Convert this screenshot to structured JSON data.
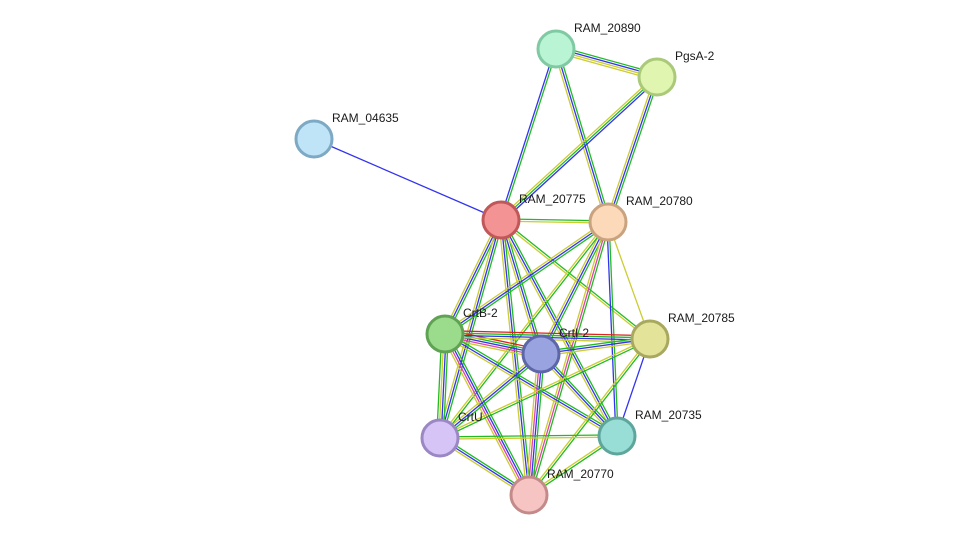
{
  "network": {
    "nodes": [
      {
        "id": "RAM_20890",
        "label": "RAM_20890",
        "fill": "#b9f5d4",
        "stroke": "#7fc9a3",
        "interactable": true
      },
      {
        "id": "PgsA-2",
        "label": "PgsA-2",
        "fill": "#dff5b0",
        "stroke": "#aac979",
        "interactable": true
      },
      {
        "id": "RAM_04635",
        "label": "RAM_04635",
        "fill": "#bfe4f7",
        "stroke": "#7da9c4",
        "interactable": true
      },
      {
        "id": "RAM_20775",
        "label": "RAM_20775",
        "fill": "#f49393",
        "stroke": "#c0585a",
        "interactable": true
      },
      {
        "id": "RAM_20780",
        "label": "RAM_20780",
        "fill": "#fcd9b8",
        "stroke": "#c9a27f",
        "interactable": true
      },
      {
        "id": "CrtB-2",
        "label": "CrtB-2",
        "fill": "#9bdc8c",
        "stroke": "#5fa253",
        "interactable": true
      },
      {
        "id": "CrtI-2",
        "label": "CrtI-2",
        "fill": "#99a3e0",
        "stroke": "#5c66a8",
        "interactable": true
      },
      {
        "id": "RAM_20785",
        "label": "RAM_20785",
        "fill": "#e3e39a",
        "stroke": "#a8a85f",
        "interactable": true
      },
      {
        "id": "CrtU",
        "label": "CrtU",
        "fill": "#d6c4f7",
        "stroke": "#9b87c4",
        "interactable": true
      },
      {
        "id": "RAM_20735",
        "label": "RAM_20735",
        "fill": "#98ded6",
        "stroke": "#5ea59c",
        "interactable": true
      },
      {
        "id": "RAM_20770",
        "label": "RAM_20770",
        "fill": "#f7c4c4",
        "stroke": "#c48a8a",
        "interactable": true
      }
    ],
    "edges": [
      {
        "source": "RAM_04635",
        "target": "RAM_20775",
        "colors": [
          "#3333ee"
        ]
      },
      {
        "source": "RAM_20890",
        "target": "PgsA-2",
        "colors": [
          "#22bb22",
          "#3333ee",
          "#cccc33",
          "#cccc33"
        ]
      },
      {
        "source": "RAM_20890",
        "target": "RAM_20775",
        "colors": [
          "#22bb22",
          "#3333ee"
        ]
      },
      {
        "source": "RAM_20890",
        "target": "RAM_20780",
        "colors": [
          "#22bb22",
          "#3333ee",
          "#cccc33"
        ]
      },
      {
        "source": "PgsA-2",
        "target": "RAM_20775",
        "colors": [
          "#3333ee",
          "#22bb22",
          "#cccc33"
        ]
      },
      {
        "source": "PgsA-2",
        "target": "RAM_20780",
        "colors": [
          "#22bb22",
          "#3333ee",
          "#cccc33"
        ]
      },
      {
        "source": "RAM_20775",
        "target": "RAM_20780",
        "colors": [
          "#22bb22",
          "#cccc33"
        ]
      },
      {
        "source": "RAM_20775",
        "target": "CrtB-2",
        "colors": [
          "#22bb22",
          "#3333ee",
          "#cccc33"
        ]
      },
      {
        "source": "RAM_20775",
        "target": "CrtI-2",
        "colors": [
          "#22bb22",
          "#3333ee",
          "#cccc33"
        ]
      },
      {
        "source": "RAM_20775",
        "target": "RAM_20785",
        "colors": [
          "#22bb22",
          "#cccc33"
        ]
      },
      {
        "source": "RAM_20775",
        "target": "CrtU",
        "colors": [
          "#22bb22",
          "#3333ee",
          "#cccc33"
        ]
      },
      {
        "source": "RAM_20775",
        "target": "RAM_20735",
        "colors": [
          "#22bb22",
          "#3333ee",
          "#cccc33"
        ]
      },
      {
        "source": "RAM_20775",
        "target": "RAM_20770",
        "colors": [
          "#22bb22",
          "#3333ee",
          "#cccc33"
        ]
      },
      {
        "source": "RAM_20780",
        "target": "CrtB-2",
        "colors": [
          "#22bb22",
          "#3333ee",
          "#cccc33"
        ]
      },
      {
        "source": "RAM_20780",
        "target": "CrtI-2",
        "colors": [
          "#22bb22",
          "#3333ee",
          "#cccc33"
        ]
      },
      {
        "source": "RAM_20780",
        "target": "RAM_20785",
        "colors": [
          "#cccc33"
        ]
      },
      {
        "source": "RAM_20780",
        "target": "CrtU",
        "colors": [
          "#22bb22",
          "#cccc33"
        ]
      },
      {
        "source": "RAM_20780",
        "target": "RAM_20735",
        "colors": [
          "#22bb22",
          "#3333ee"
        ]
      },
      {
        "source": "RAM_20780",
        "target": "RAM_20770",
        "colors": [
          "#22bb22",
          "#dd44aa",
          "#cccc33"
        ]
      },
      {
        "source": "CrtB-2",
        "target": "CrtI-2",
        "colors": [
          "#dd2222",
          "#22bb22",
          "#3333ee",
          "#dd44aa",
          "#cccc33"
        ]
      },
      {
        "source": "CrtB-2",
        "target": "RAM_20785",
        "colors": [
          "#dd2222",
          "#22bb22",
          "#3333ee",
          "#cccc33"
        ]
      },
      {
        "source": "CrtB-2",
        "target": "CrtU",
        "colors": [
          "#22bb22",
          "#3333ee",
          "#cccc33",
          "#22bb22"
        ]
      },
      {
        "source": "CrtB-2",
        "target": "RAM_20735",
        "colors": [
          "#22bb22",
          "#3333ee",
          "#cccc33"
        ]
      },
      {
        "source": "CrtB-2",
        "target": "RAM_20770",
        "colors": [
          "#22bb22",
          "#3333ee",
          "#dd44aa",
          "#cccc33"
        ]
      },
      {
        "source": "CrtI-2",
        "target": "RAM_20785",
        "colors": [
          "#22bb22",
          "#3333ee",
          "#cccc33"
        ]
      },
      {
        "source": "CrtI-2",
        "target": "CrtU",
        "colors": [
          "#22bb22",
          "#3333ee",
          "#cccc33"
        ]
      },
      {
        "source": "CrtI-2",
        "target": "RAM_20735",
        "colors": [
          "#22bb22",
          "#3333ee",
          "#cccc33"
        ]
      },
      {
        "source": "CrtI-2",
        "target": "RAM_20770",
        "colors": [
          "#22bb22",
          "#3333ee",
          "#dd44aa",
          "#cccc33"
        ]
      },
      {
        "source": "RAM_20785",
        "target": "CrtU",
        "colors": [
          "#22bb22",
          "#cccc33"
        ]
      },
      {
        "source": "RAM_20785",
        "target": "RAM_20735",
        "colors": [
          "#3333ee"
        ]
      },
      {
        "source": "RAM_20785",
        "target": "RAM_20770",
        "colors": [
          "#22bb22",
          "#cccc33"
        ]
      },
      {
        "source": "CrtU",
        "target": "RAM_20735",
        "colors": [
          "#22bb22",
          "#cccc33"
        ]
      },
      {
        "source": "CrtU",
        "target": "RAM_20770",
        "colors": [
          "#22bb22",
          "#3333ee",
          "#cccc33"
        ]
      },
      {
        "source": "RAM_20735",
        "target": "RAM_20770",
        "colors": [
          "#22bb22",
          "#cccc33"
        ]
      }
    ]
  }
}
